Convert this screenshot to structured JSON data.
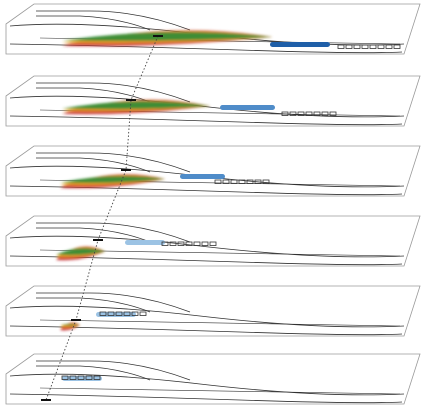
{
  "diagram": {
    "kind": "stacked perspective road-merge panels",
    "panel_count": 6,
    "colors": {
      "panel_fill": "#ffffff",
      "panel_edge": "#9a9a9a",
      "road_line": "#333333",
      "heat_red": "#c0202a",
      "heat_green": "#2e8b3a",
      "heat_yellow": "#f0c419",
      "heat_orange": "#e8702a",
      "vehicle_dark": "#1f5fa8",
      "vehicle_light": "#9cc3e4",
      "car_outline": "#333333",
      "connector": "#444444"
    },
    "panels": [
      {
        "heat_level": 1.0,
        "vehicle_shade": "dark",
        "car_count": 8
      },
      {
        "heat_level": 0.85,
        "vehicle_shade": "mid",
        "car_count": 7
      },
      {
        "heat_level": 0.6,
        "vehicle_shade": "mid",
        "car_count": 7
      },
      {
        "heat_level": 0.35,
        "vehicle_shade": "light",
        "car_count": 7
      },
      {
        "heat_level": 0.12,
        "vehicle_shade": "light",
        "car_count": 6
      },
      {
        "heat_level": 0.0,
        "vehicle_shade": "light",
        "car_count": 5
      }
    ]
  }
}
